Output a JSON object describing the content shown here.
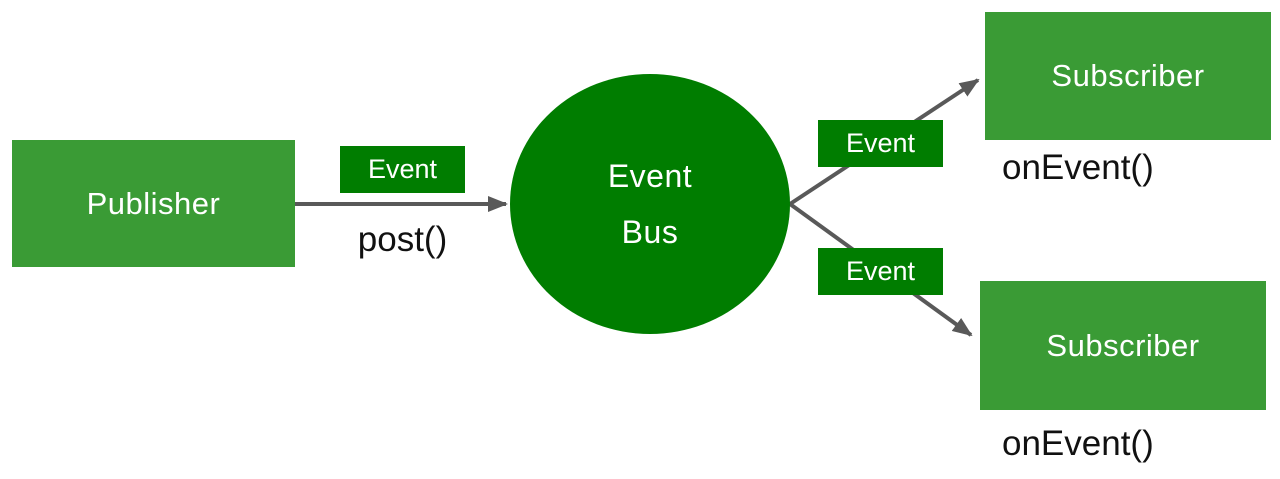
{
  "diagram": {
    "publisher": {
      "label": "Publisher"
    },
    "event_bus": {
      "line1": "Event",
      "line2": "Bus"
    },
    "edges": {
      "publish": {
        "badge": "Event",
        "caption": "post()"
      },
      "subscribe_top": {
        "badge": "Event"
      },
      "subscribe_bottom": {
        "badge": "Event"
      }
    },
    "subscribers": [
      {
        "label": "Subscriber",
        "caption": "onEvent()"
      },
      {
        "label": "Subscriber",
        "caption": "onEvent()"
      }
    ],
    "colors": {
      "node_green": "#3a9b35",
      "dark_green": "#007d00",
      "arrow_gray": "#595959",
      "caption_black": "#111111",
      "text_white": "#ffffff",
      "background": "#ffffff"
    }
  }
}
